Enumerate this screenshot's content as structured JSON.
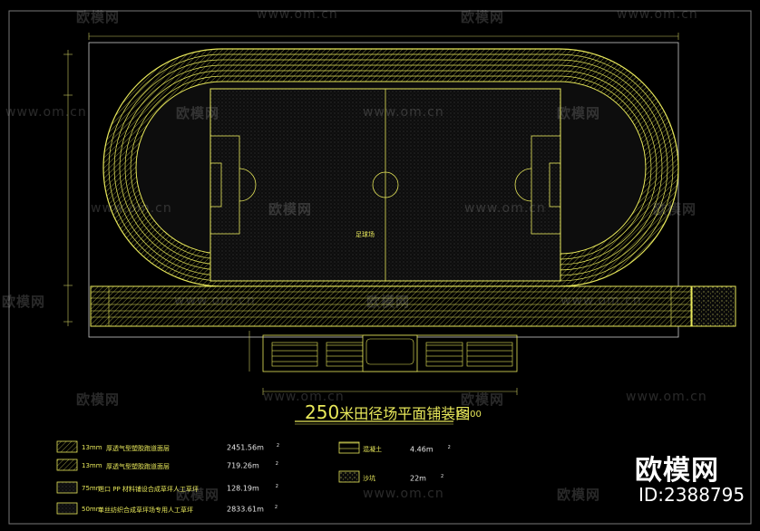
{
  "drawing": {
    "title_number": "250",
    "title_text": "米田径场平面铺装图",
    "scale": "1:200",
    "field_label": "足球场"
  },
  "legend_left": [
    {
      "thickness": "13mm",
      "desc": "厚透气型塑胶跑道面层",
      "value": "2451.56m",
      "sup": "2"
    },
    {
      "thickness": "13mm",
      "desc": "厚透气型塑胶跑道面层",
      "value": "719.26m",
      "sup": "2"
    },
    {
      "thickness": "75mm",
      "desc": "进口 PP 材料铺设合成草坪人工草坪",
      "value": "128.19m",
      "sup": "2"
    },
    {
      "thickness": "50mm",
      "desc": "单丝纺织合成草坪场专用人工草坪",
      "value": "2833.61m",
      "sup": "2"
    }
  ],
  "legend_right": [
    {
      "desc": "混凝土",
      "value": "4.46m",
      "sup": "2"
    },
    {
      "desc": "沙坑",
      "value": "22m",
      "sup": "2"
    }
  ],
  "watermarks": {
    "site": "www.om.cn",
    "logo": "欧模网"
  },
  "branding": {
    "logo": "欧模网",
    "id": "ID:2388795"
  },
  "colors": {
    "background": "#000000",
    "lines": "#e8e85a",
    "field_fill": "#1a1a1a"
  }
}
